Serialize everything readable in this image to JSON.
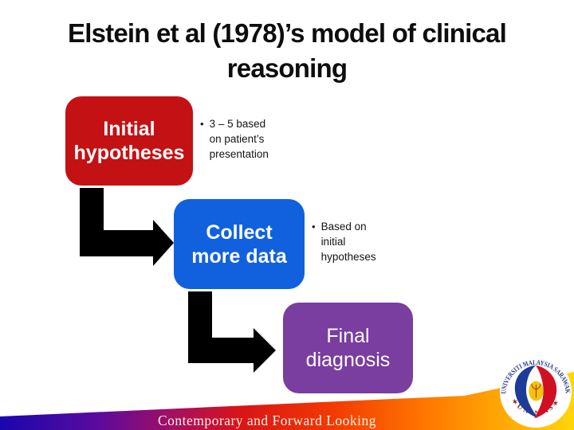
{
  "title": {
    "line1": "Elstein et al (1978)’s model of clinical",
    "line2": "reasoning"
  },
  "bullet_char": "•",
  "diagram": {
    "nodes": [
      {
        "name": "initial-hypotheses",
        "line1": "Initial",
        "line2": "hypotheses",
        "color": "#c41114"
      },
      {
        "name": "collect-more-data",
        "line1": "Collect",
        "line2": "more data",
        "color": "#1161de"
      },
      {
        "name": "final-diagnosis",
        "line1": "Final",
        "line2": "diagnosis",
        "color": "#7a3da0"
      }
    ],
    "notes": [
      {
        "line1": "3 – 5 based",
        "line2": "on patient’s",
        "line3": "presentation"
      },
      {
        "line1": "Based on",
        "line2": "initial",
        "line3": "hypotheses"
      }
    ],
    "arrow_color": "#000000"
  },
  "footer": {
    "tagline": "Contemporary and Forward Looking",
    "gradient": [
      "#1a06ad",
      "#5a0b9d",
      "#a30f63",
      "#d91417",
      "#f23a02",
      "#ff7a00",
      "#ffd60a"
    ]
  },
  "logo": {
    "arc_top": "UNIVERSITI MALAYSIA SARAWAK",
    "arc_bottom": "✶ U N I M A S ✶"
  }
}
